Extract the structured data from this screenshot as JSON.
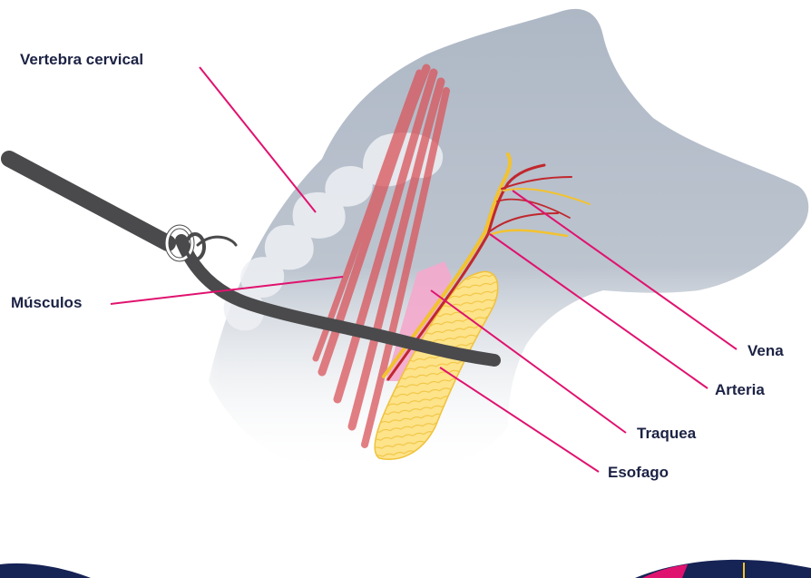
{
  "labels": {
    "vertebra": "Vertebra cervical",
    "musculos": "Músculos",
    "vena": "Vena",
    "arteria": "Arteria",
    "traquea": "Traquea",
    "esofago": "Esofago"
  },
  "colors": {
    "label_text": "#1c2244",
    "leader_line": "#e0126f",
    "dog_silhouette": "#b3bcc8",
    "leash": "#4a4a4c",
    "muscle": "#d9555b",
    "trachea": "#f4a9cc",
    "esophagus": "#fbe07a",
    "artery": "#c1272d",
    "vein": "#f2c230",
    "bottom_badge": "#162355",
    "bottom_badge_accent": "#e0126f"
  }
}
